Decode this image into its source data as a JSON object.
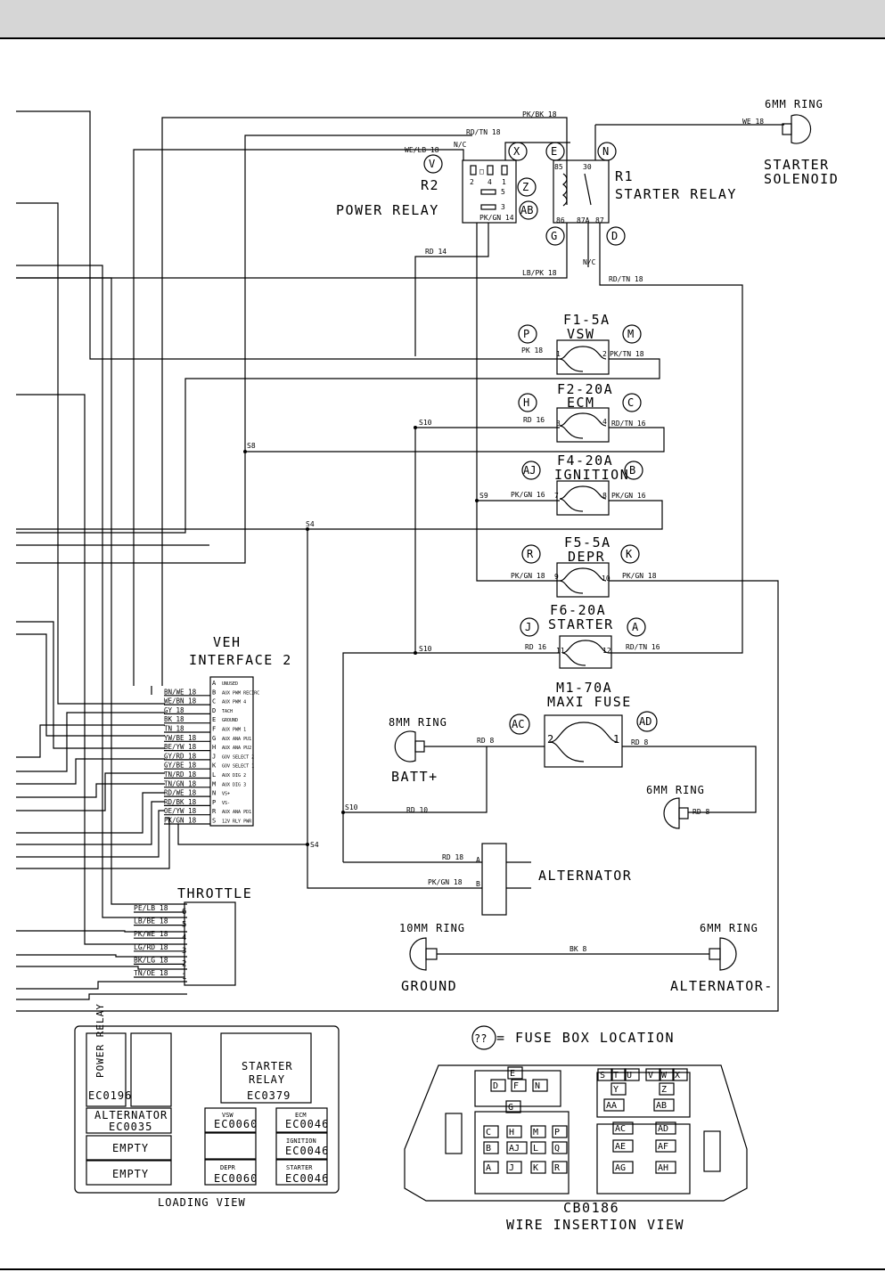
{
  "relays": {
    "r2": {
      "id": "R2",
      "name": "POWER RELAY",
      "pins": [
        "2",
        "4",
        "1",
        "5",
        "3"
      ],
      "nc": "N/C",
      "wire_in": "WE/LB 18",
      "wire_top": "RD/TN 18",
      "wire_out": "PK/GN 14",
      "wire_rd": "RD 14"
    },
    "r1": {
      "id": "R1",
      "name": "STARTER RELAY",
      "pins": [
        "85",
        "30",
        "86",
        "87A",
        "87"
      ],
      "nc": "N/C",
      "wire_top": "PK/BK 18",
      "wire_bottom": "LB/PK 18",
      "wire_out": "RD/TN 18"
    }
  },
  "circles": {
    "V": "V",
    "X": "X",
    "E": "E",
    "N": "N",
    "Z": "Z",
    "AB": "AB",
    "G": "G",
    "D": "D",
    "P": "P",
    "M": "M",
    "H": "H",
    "C": "C",
    "AJ": "AJ",
    "B": "B",
    "R": "R",
    "K": "K",
    "J": "J",
    "A": "A",
    "AC": "AC",
    "AD": "AD",
    "Q": "??"
  },
  "solenoid": {
    "ring": "6MM RING",
    "wire": "WE 18",
    "label1": "STARTER",
    "label2": "SOLENOID"
  },
  "fuses": [
    {
      "title1": "F1-5A",
      "title2": "VSW",
      "pin_l": "1",
      "pin_r": "2",
      "wire_l": "PK 18",
      "wire_r": "PK/TN 18"
    },
    {
      "title1": "F2-20A",
      "title2": "ECM",
      "pin_l": "3",
      "pin_r": "4",
      "wire_l": "RD 16",
      "wire_r": "RD/TN 16"
    },
    {
      "title1": "F4-20A",
      "title2": "IGNITION",
      "pin_l": "7",
      "pin_r": "8",
      "wire_l": "PK/GN 16",
      "wire_r": "PK/GN 16"
    },
    {
      "title1": "F5-5A",
      "title2": "DEPR",
      "pin_l": "9",
      "pin_r": "10",
      "wire_l": "PK/GN 18",
      "wire_r": "PK/GN 18"
    },
    {
      "title1": "F6-20A",
      "title2": "STARTER",
      "pin_l": "11",
      "pin_r": "12",
      "wire_l": "RD 16",
      "wire_r": "RD/TN 16"
    }
  ],
  "maxi": {
    "title1": "M1-70A",
    "title2": "MAXI FUSE",
    "pin_l": "2",
    "pin_r": "1",
    "wire_l": "RD 8",
    "wire_r": "RD 8"
  },
  "splices": {
    "s10a": "S10",
    "s8": "S8",
    "s9": "S9",
    "s4a": "S4",
    "s10b": "S10",
    "s10c": "S10",
    "s4b": "S4"
  },
  "batt": {
    "ring": "8MM RING",
    "label": "BATT+",
    "wire": "RD 10"
  },
  "ring6b": {
    "ring": "6MM RING",
    "wire": "RD 8"
  },
  "alternator": {
    "label": "ALTERNATOR",
    "pin_a": "A",
    "pin_b": "B",
    "wire_a": "RD 18",
    "wire_b": "PK/GN 18"
  },
  "ground": {
    "ring_l": "10MM RING",
    "ring_r": "6MM RING",
    "wire": "BK 8",
    "label_l": "GROUND",
    "label_r": "ALTERNATOR-"
  },
  "veh": {
    "title1": "VEH",
    "title2": "INTERFACE 2",
    "wires": [
      "",
      "BN/WE 18",
      "WE/BN 18",
      "GY 18",
      "BK 18",
      "TN 18",
      "YW/BE 18",
      "BE/YW 18",
      "GY/RD 18",
      "GY/BE 18",
      "TN/RD 18",
      "TN/GN 18",
      "RD/WE 18",
      "RD/BK 18",
      "OE/YW 18",
      "PK/GN 18"
    ],
    "pins": [
      "A",
      "B",
      "C",
      "D",
      "E",
      "F",
      "G",
      "H",
      "J",
      "K",
      "L",
      "M",
      "N",
      "P",
      "R",
      "S"
    ],
    "funcs": [
      "UNUSED",
      "AUX PWM RECIRC",
      "AUX PWM 4",
      "TACH",
      "GROUND",
      "AUX PWM 1",
      "AUX ANA PU1",
      "AUX ANA PU2",
      "GOV SELECT 2",
      "GOV SELECT 1",
      "AUX DIG 2",
      "AUX DIG 3",
      "VS+",
      "VS-",
      "AUX ANA PD1",
      "12V RLY PWR"
    ]
  },
  "throttle": {
    "title": "THROTTLE",
    "wires": [
      "PE/LB 18",
      "LB/BE 18",
      "PK/WE 18",
      "LG/RD 18",
      "BK/LG 18",
      "TN/OE 18"
    ],
    "pins": [
      "6",
      "5",
      "4",
      "3",
      "2",
      "1"
    ]
  },
  "loading": {
    "power_relay": "POWER RELAY",
    "ec0196": "EC0196",
    "starter_relay1": "STARTER",
    "starter_relay2": "RELAY",
    "ec0379": "EC0379",
    "alternator": "ALTERNATOR",
    "ec0035": "EC0035",
    "empty1": "EMPTY",
    "empty2": "EMPTY",
    "vsw": "VSW",
    "ec0060a": "EC0060",
    "ecm": "ECM",
    "ec0046a": "EC0046",
    "ignition": "IGNITION",
    "ec0046b": "EC0046",
    "depr": "DEPR",
    "ec0060b": "EC0060",
    "starter": "STARTER",
    "ec0046c": "EC0046",
    "caption": "LOADING VIEW"
  },
  "fusebox": {
    "legend": "= FUSE BOX LOCATION",
    "cells": [
      "E",
      "D",
      "F",
      "N",
      "G",
      "S",
      "T",
      "U",
      "V",
      "W",
      "X",
      "Y",
      "Z",
      "AA",
      "AB",
      "C",
      "H",
      "M",
      "P",
      "B",
      "AJ",
      "L",
      "Q",
      "A",
      "J",
      "K",
      "R",
      "AC",
      "AE",
      "AD",
      "AF",
      "AG",
      "AH"
    ],
    "caption1": "CB0186",
    "caption2": "WIRE INSERTION VIEW"
  }
}
